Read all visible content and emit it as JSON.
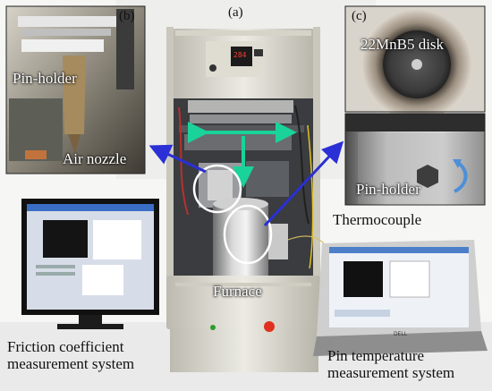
{
  "figure": {
    "panel_labels": {
      "a": "(a)",
      "b": "(b)",
      "c": "(c)"
    },
    "inset_b_labels": {
      "pin_holder": "Pin-holder",
      "air_nozzle": "Air nozzle"
    },
    "inset_c_labels": {
      "disk": "22MnB5 disk",
      "pin_holder": "Pin-holder"
    },
    "main_labels": {
      "thermocouple": "Thermocouple",
      "furnace": "Furnace",
      "friction_line1": "Friction coefficient",
      "friction_line2": "measurement system",
      "pin_temp_line1": "Pin temperature",
      "pin_temp_line2": "measurement system"
    },
    "controller_display": "284",
    "monitor_brand": "DELL",
    "colors": {
      "arrow_blue": "#2a2fd6",
      "arrow_green": "#19d39a",
      "highlight_circle": "#ffffff",
      "machine_body": "#e8e6dc",
      "lamp_red": "#e0301e"
    }
  }
}
